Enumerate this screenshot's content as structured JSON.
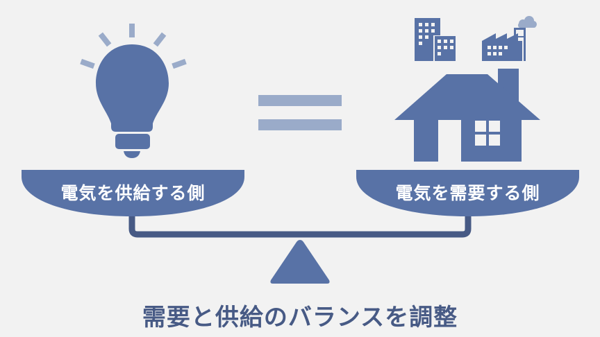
{
  "colors": {
    "background": "#f2f2f2",
    "primary": "#5872a6",
    "light": "#9aabc9",
    "dark": "#475a85",
    "label_text": "#ffffff"
  },
  "left_side": {
    "icon": "light-bulb-icon",
    "label": "電気を供給する側"
  },
  "equals_sign": "=",
  "right_side": {
    "icons": [
      "office-building-icon",
      "factory-icon",
      "house-icon"
    ],
    "label": "電気を需要する側"
  },
  "fulcrum_icon": "triangle-fulcrum-icon",
  "caption": "需要と供給のバランスを調整"
}
